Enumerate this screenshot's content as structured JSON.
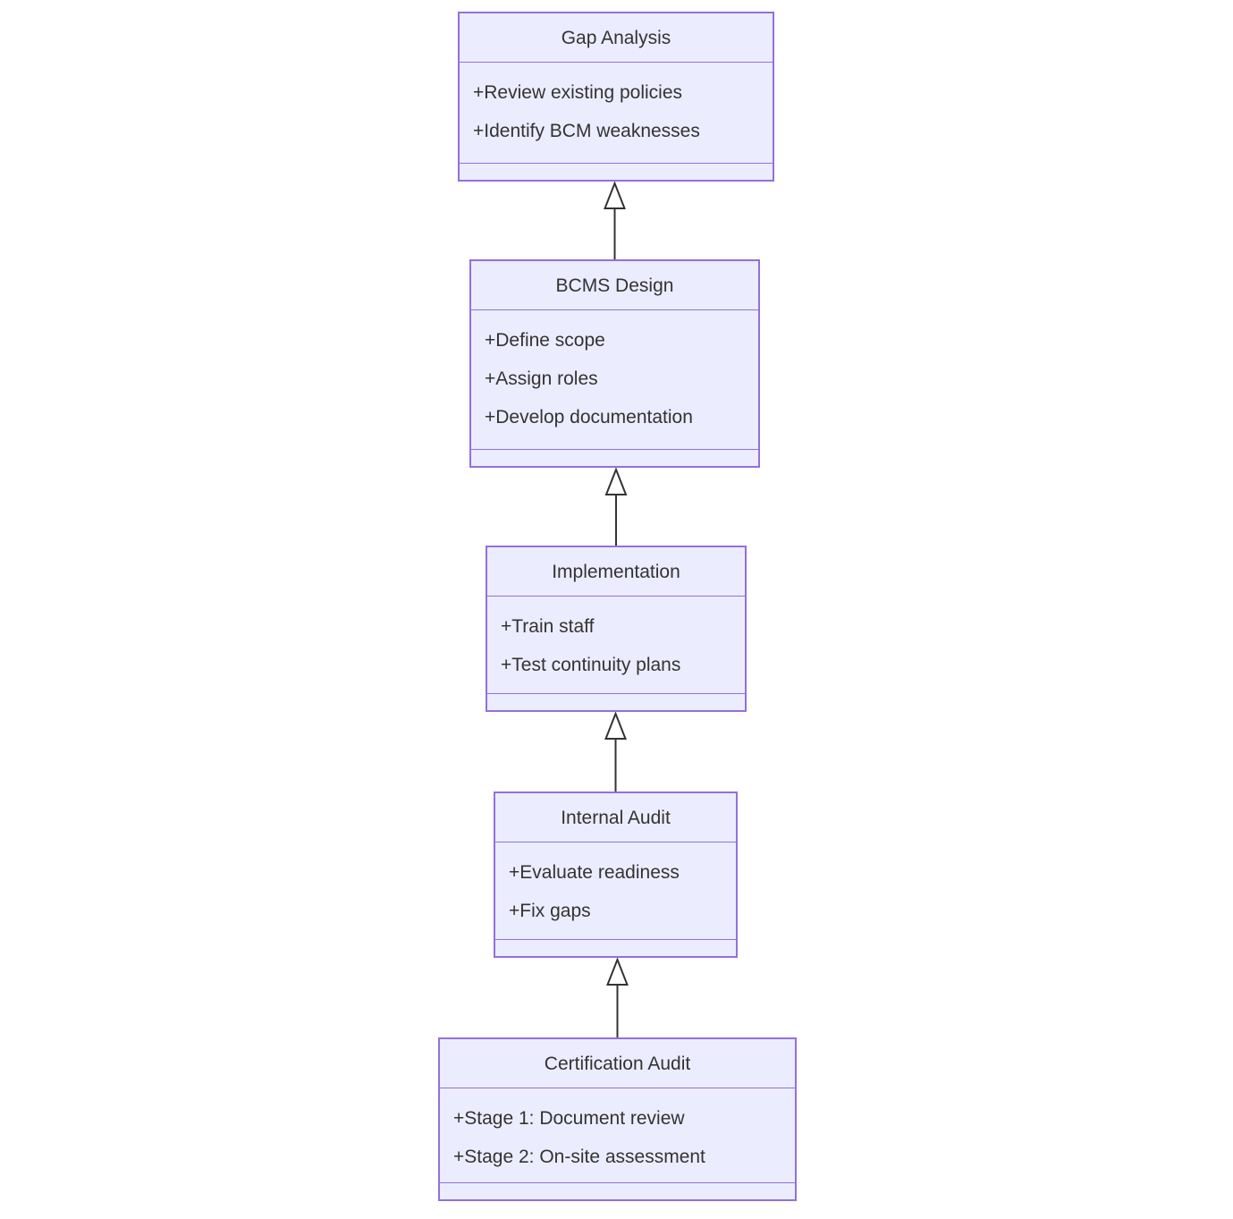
{
  "diagram": {
    "type": "uml-class-inheritance",
    "nodes": [
      {
        "id": "gap_analysis",
        "title": "Gap Analysis",
        "members": [
          "+Review existing policies",
          "+Identify BCM weaknesses"
        ]
      },
      {
        "id": "bcms_design",
        "title": "BCMS Design",
        "members": [
          "+Define scope",
          "+Assign roles",
          "+Develop documentation"
        ]
      },
      {
        "id": "implementation",
        "title": "Implementation",
        "members": [
          "+Train staff",
          "+Test continuity plans"
        ]
      },
      {
        "id": "internal_audit",
        "title": "Internal Audit",
        "members": [
          "+Evaluate readiness",
          "+Fix gaps"
        ]
      },
      {
        "id": "certification_audit",
        "title": "Certification Audit",
        "members": [
          "+Stage 1: Document review",
          "+Stage 2: On-site assessment"
        ]
      }
    ],
    "edges": [
      {
        "from": "bcms_design",
        "to": "gap_analysis",
        "type": "inheritance"
      },
      {
        "from": "implementation",
        "to": "bcms_design",
        "type": "inheritance"
      },
      {
        "from": "internal_audit",
        "to": "implementation",
        "type": "inheritance"
      },
      {
        "from": "certification_audit",
        "to": "internal_audit",
        "type": "inheritance"
      }
    ],
    "colors": {
      "node_fill": "#ECECFF",
      "node_border": "#9370DB",
      "text": "#333333",
      "arrow_line": "#333333",
      "arrowhead_fill": "#FFFFFF",
      "background": "#FFFFFF"
    }
  }
}
